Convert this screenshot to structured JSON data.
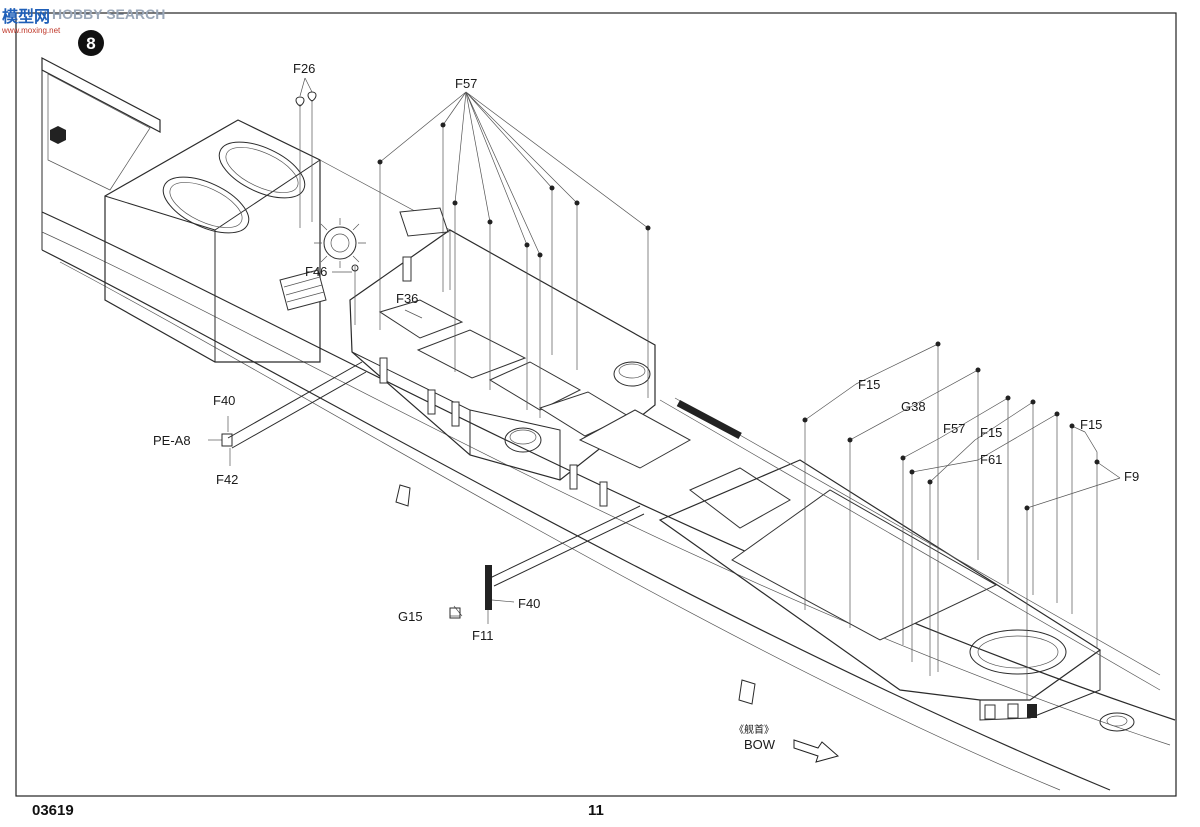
{
  "watermark": {
    "site_cn": "模型网",
    "site_en": "HOBBY SEARCH",
    "url": "www.moxing.net"
  },
  "step": {
    "number": "8"
  },
  "callouts": {
    "f26": "F26",
    "f57_top": "F57",
    "f46": "F46",
    "f36": "F36",
    "f40_left": "F40",
    "pea8": "PE-A8",
    "f42": "F42",
    "f15_a": "F15",
    "g38": "G38",
    "f57_right": "F57",
    "f15_b": "F15",
    "f61": "F61",
    "f15_c": "F15",
    "f9": "F9",
    "g15": "G15",
    "f40_bottom": "F40",
    "f11": "F11"
  },
  "direction": {
    "cn": "《舰首》",
    "en": "BOW"
  },
  "footer": {
    "kit_number": "03619",
    "page_number": "11"
  }
}
